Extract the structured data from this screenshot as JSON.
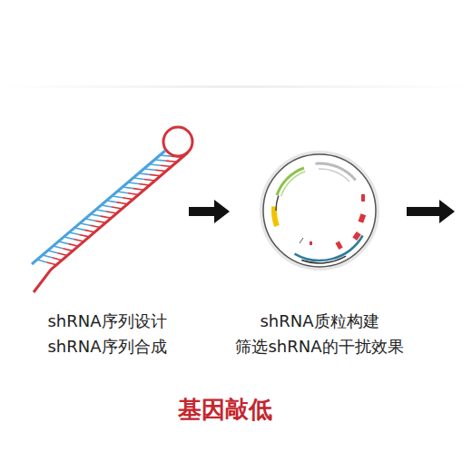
{
  "diagram": {
    "caption": "基因敲低",
    "nodes": [
      {
        "text": [
          "shRNA序列设计",
          "shRNA序列合成"
        ]
      },
      {
        "text": [
          "shRNA质粒构建",
          "筛选shRNA的干扰效果"
        ]
      }
    ],
    "edges": [
      {
        "from": 0,
        "to": 1,
        "arrow": "to"
      }
    ]
  }
}
